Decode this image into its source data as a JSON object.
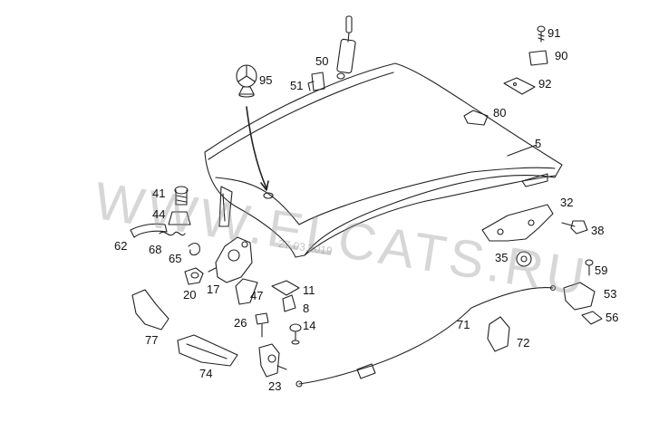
{
  "diagram": {
    "watermark_text": "WWW.ELCATS.RU",
    "watermark_date": "27.03.2019",
    "part_labels": {
      "p5": "5",
      "p8": "8",
      "p11": "11",
      "p14": "14",
      "p17": "17",
      "p20": "20",
      "p23": "23",
      "p26": "26",
      "p32": "32",
      "p35": "35",
      "p38": "38",
      "p41": "41",
      "p44": "44",
      "p47": "47",
      "p50": "50",
      "p51": "51",
      "p53": "53",
      "p56": "56",
      "p59": "59",
      "p62": "62",
      "p65": "65",
      "p68": "68",
      "p71": "71",
      "p72": "72",
      "p74": "74",
      "p77": "77",
      "p80": "80",
      "p90": "90",
      "p91": "91",
      "p92": "92",
      "p95": "95"
    },
    "colors": {
      "line": "#222222",
      "watermark": "#999999"
    }
  }
}
